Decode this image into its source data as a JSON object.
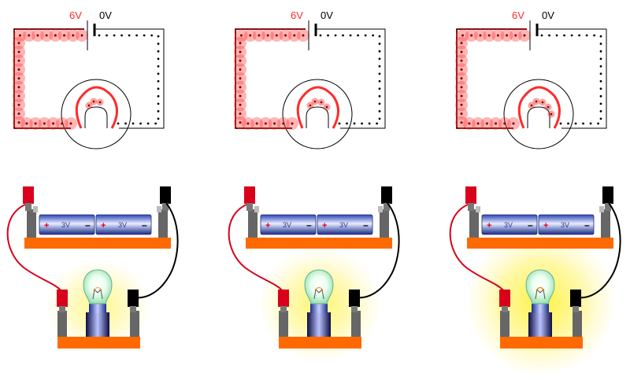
{
  "labels": {
    "high_voltage": "6V",
    "low_voltage": "0V",
    "cell_voltage": "3V"
  },
  "colors": {
    "high_side": "#ff2a2a",
    "low_side": "#000000",
    "glow": "#fff200",
    "base": "#ff6a00",
    "clip_red": "#d8001a",
    "clip_black": "#000000",
    "battery_blue": "#1e3fb4"
  },
  "panels": [
    {
      "id": "panel-1",
      "glow_level": 0.35
    },
    {
      "id": "panel-2",
      "glow_level": 0.6
    },
    {
      "id": "panel-3",
      "glow_level": 1.0
    }
  ]
}
